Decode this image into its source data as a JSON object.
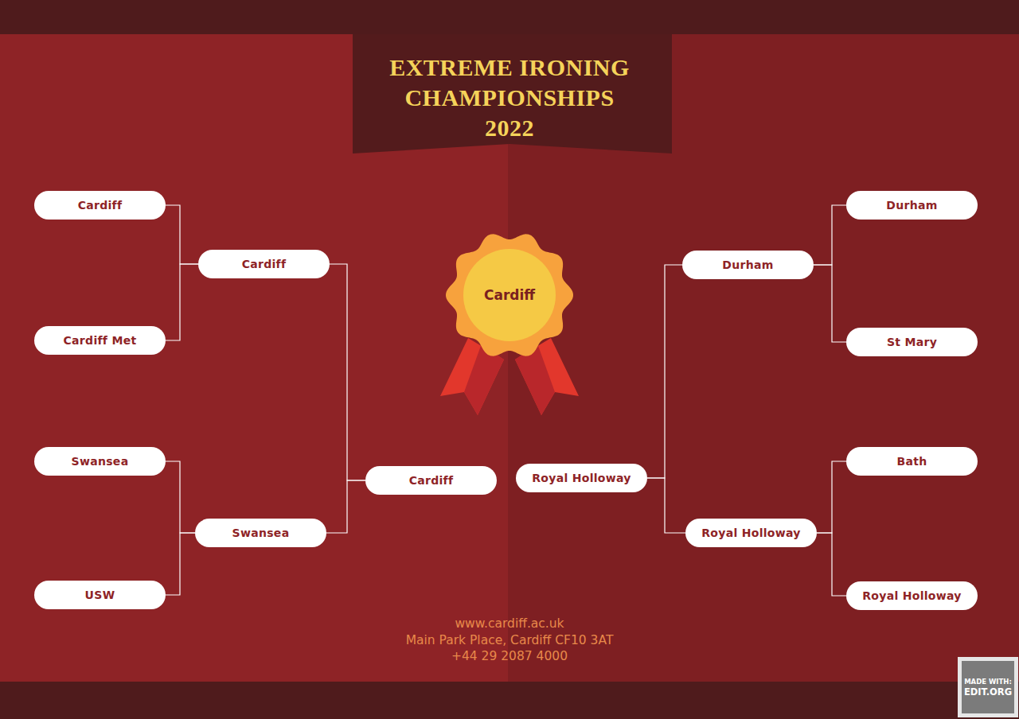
{
  "diagram": {
    "title": "EXTREME IRONING CHAMPIONSHIPS 2022",
    "nodes": [
      {
        "text": [
          "Cardiff"
        ]
      },
      {
        "text": [
          "Cardiff Met"
        ]
      },
      {
        "text": [
          "Swansea"
        ]
      },
      {
        "text": [
          "USW"
        ]
      },
      {
        "text": [
          "Cardiff"
        ]
      },
      {
        "text": [
          "Swansea"
        ]
      },
      {
        "text": [
          "Cardiff"
        ]
      },
      {
        "text": [
          "Cardiff"
        ]
      },
      {
        "text": [
          "Royal Holloway"
        ]
      },
      {
        "text": [
          "Durham"
        ]
      },
      {
        "text": [
          "Royal Holloway"
        ]
      },
      {
        "text": [
          "Durham"
        ]
      },
      {
        "text": [
          "St Mary"
        ]
      },
      {
        "text": [
          "Bath"
        ]
      },
      {
        "text": [
          "Royal Holloway"
        ]
      }
    ],
    "edges": [
      {
        "from": 0,
        "to": 4,
        "arrow": "none"
      },
      {
        "from": 1,
        "to": 4,
        "arrow": "none"
      },
      {
        "from": 2,
        "to": 5,
        "arrow": "none"
      },
      {
        "from": 3,
        "to": 5,
        "arrow": "none"
      },
      {
        "from": 4,
        "to": 6,
        "arrow": "none"
      },
      {
        "from": 5,
        "to": 6,
        "arrow": "none"
      },
      {
        "from": 11,
        "to": 9,
        "arrow": "none"
      },
      {
        "from": 12,
        "to": 9,
        "arrow": "none"
      },
      {
        "from": 13,
        "to": 10,
        "arrow": "none"
      },
      {
        "from": 14,
        "to": 10,
        "arrow": "none"
      },
      {
        "from": 9,
        "to": 8,
        "arrow": "none"
      },
      {
        "from": 10,
        "to": 8,
        "arrow": "none"
      }
    ],
    "labels": [
      "www.cardiff.ac.uk",
      "Main Park Place, Cardiff CF10 3AT",
      "+44 29 2087 4000",
      "MADE WITH:",
      "EDIT.ORG"
    ]
  }
}
